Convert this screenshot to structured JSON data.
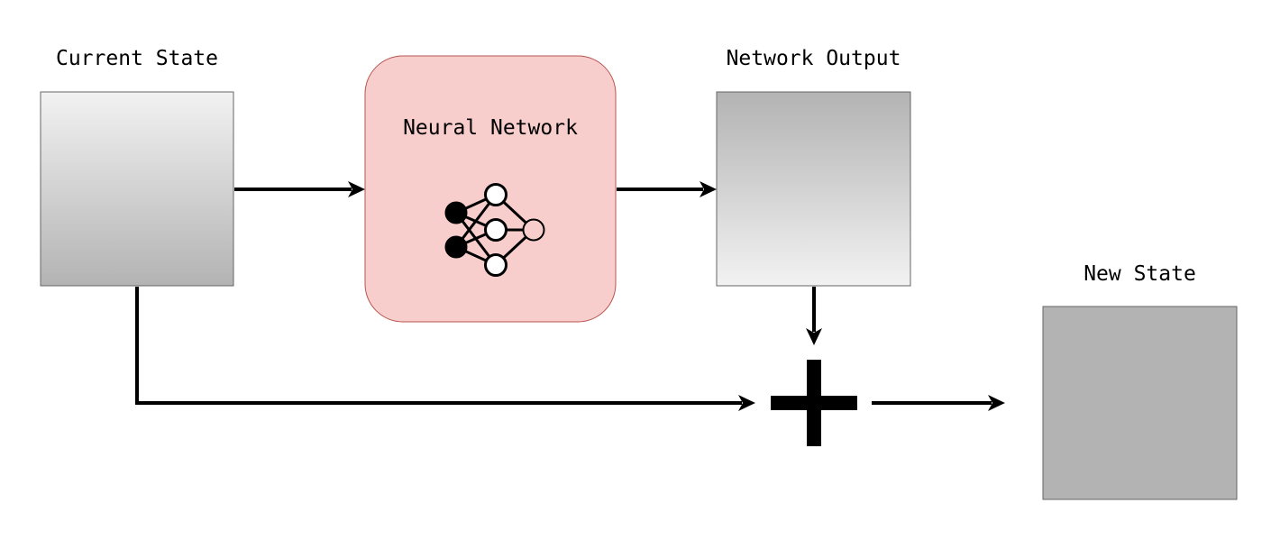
{
  "diagram": {
    "labels": {
      "current_state": "Current State",
      "neural_network": "Neural Network",
      "network_output": "Network Output",
      "new_state": "New State"
    },
    "colors": {
      "nn_fill": "#f8cecc",
      "nn_stroke": "#b85450",
      "box_stroke": "#666666",
      "gradient_light": "#f2f2f2",
      "gradient_dark": "#b3b3b3",
      "new_state_fill": "#b3b3b3",
      "line": "#000000"
    },
    "icons": {
      "neural_network": "neural-network-icon",
      "combine": "plus-icon"
    }
  }
}
